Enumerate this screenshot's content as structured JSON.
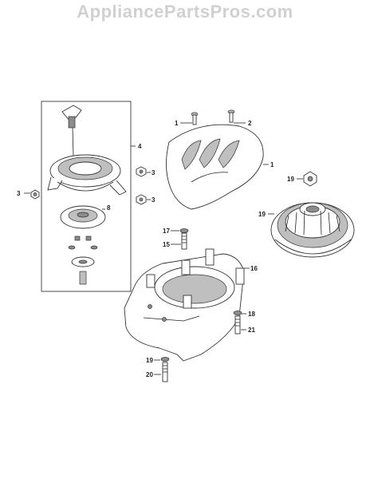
{
  "watermark": "AppliancePartsPros.com",
  "callouts": [
    {
      "id": "c1a",
      "text": "1"
    },
    {
      "id": "c1b",
      "text": "1"
    },
    {
      "id": "c2",
      "text": "2"
    },
    {
      "id": "c3a",
      "text": "3"
    },
    {
      "id": "c3b",
      "text": "3"
    },
    {
      "id": "c3c",
      "text": "3"
    },
    {
      "id": "c4",
      "text": "4"
    },
    {
      "id": "c8",
      "text": "8"
    },
    {
      "id": "c15",
      "text": "15"
    },
    {
      "id": "c16",
      "text": "16"
    },
    {
      "id": "c17",
      "text": "17"
    },
    {
      "id": "c18",
      "text": "18"
    },
    {
      "id": "c19a",
      "text": "19"
    },
    {
      "id": "c19b",
      "text": "19"
    },
    {
      "id": "c19c",
      "text": "19"
    },
    {
      "id": "c20",
      "text": "20"
    },
    {
      "id": "c21",
      "text": "21"
    }
  ]
}
